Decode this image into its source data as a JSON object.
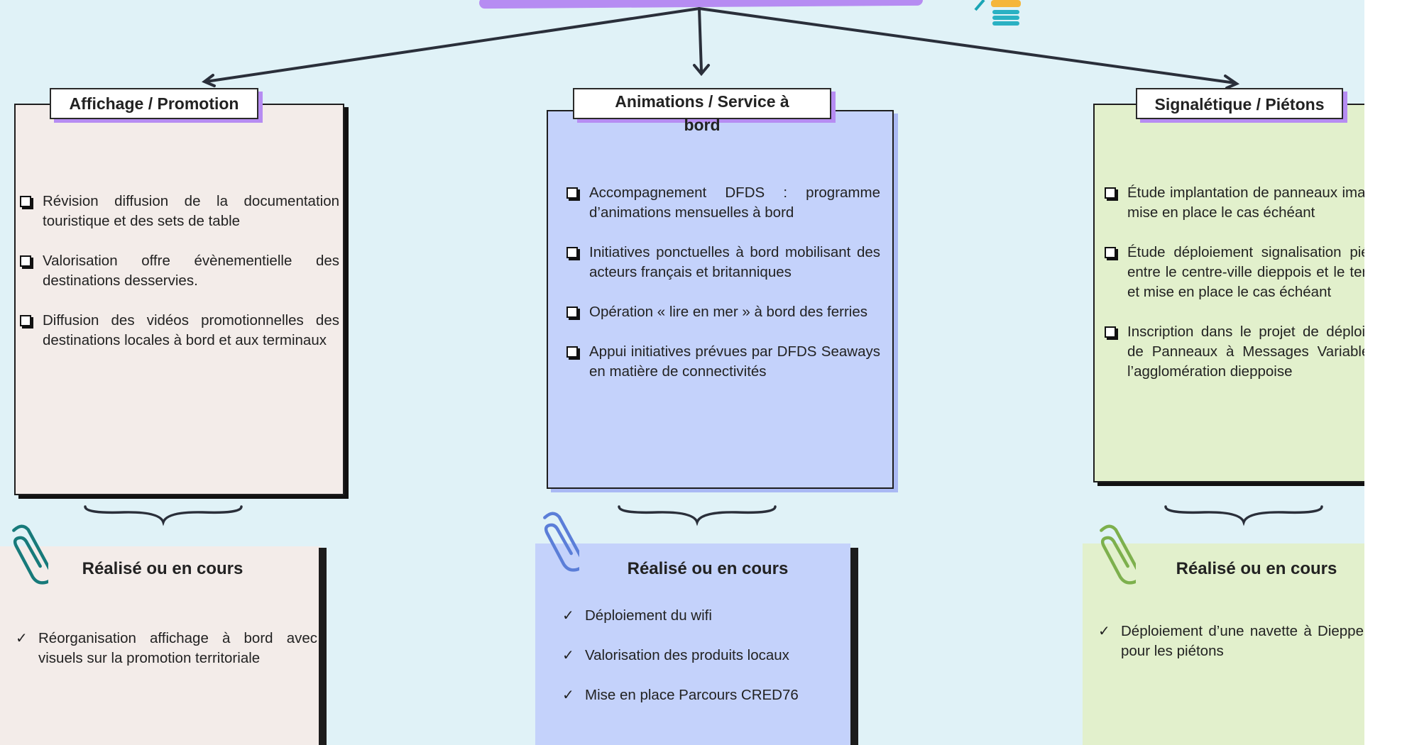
{
  "columns": [
    {
      "title": "Affichage / Promotion",
      "items": [
        "Révision diffusion de la documentation touristique et des sets de table",
        "Valorisation offre évènementielle des destinations desservies.",
        "Diffusion des vidéos promotionnelles des destinations locales à bord et aux terminaux"
      ],
      "status_title": "Réalisé ou en cours",
      "status_items": [
        "Réorganisation affichage à bord avec visuels sur la promotion territoriale"
      ]
    },
    {
      "title_line1": "Animations / Service à",
      "title_line2": "bord",
      "items": [
        "Accompagnement DFDS : programme d’animations mensuelles à bord",
        "Initiatives ponctuelles à bord mobilisant des acteurs français et britanniques",
        "Opération « lire en mer » à bord des ferries",
        "Appui initiatives prévues par DFDS Seaways en matière de connectivités"
      ],
      "status_title": "Réalisé ou en cours",
      "status_items": [
        "Déploiement du wifi",
        "Valorisation des produits locaux",
        "Mise en place Parcours CRED76"
      ]
    },
    {
      "title": "Signalétique / Piétons",
      "items": [
        "Étude implantation de panneaux images et mise en place le cas échéant",
        "Étude déploiement signalisation piétonne entre le centre-ville dieppois et le terminal, et mise en place le cas échéant",
        "Inscription dans le projet de déploiement de Panneaux à Messages Variables sur l’agglomération dieppoise"
      ],
      "status_title": "Réalisé ou en cours",
      "status_items": [
        "Déploiement d’une navette à Dieppe pour les piétons"
      ]
    }
  ],
  "colors": {
    "background": "#e0f2f7",
    "pink": "#f3ece9",
    "blue": "#c4d2fb",
    "green": "#e2f0cc",
    "accent_purple": "#b68cf2"
  },
  "icons": {
    "bullet": "checkbox-bullet",
    "status_bullet": "checkmark",
    "card_decoration": "paperclip-icon",
    "top_decoration": "lightbulb-icon"
  }
}
